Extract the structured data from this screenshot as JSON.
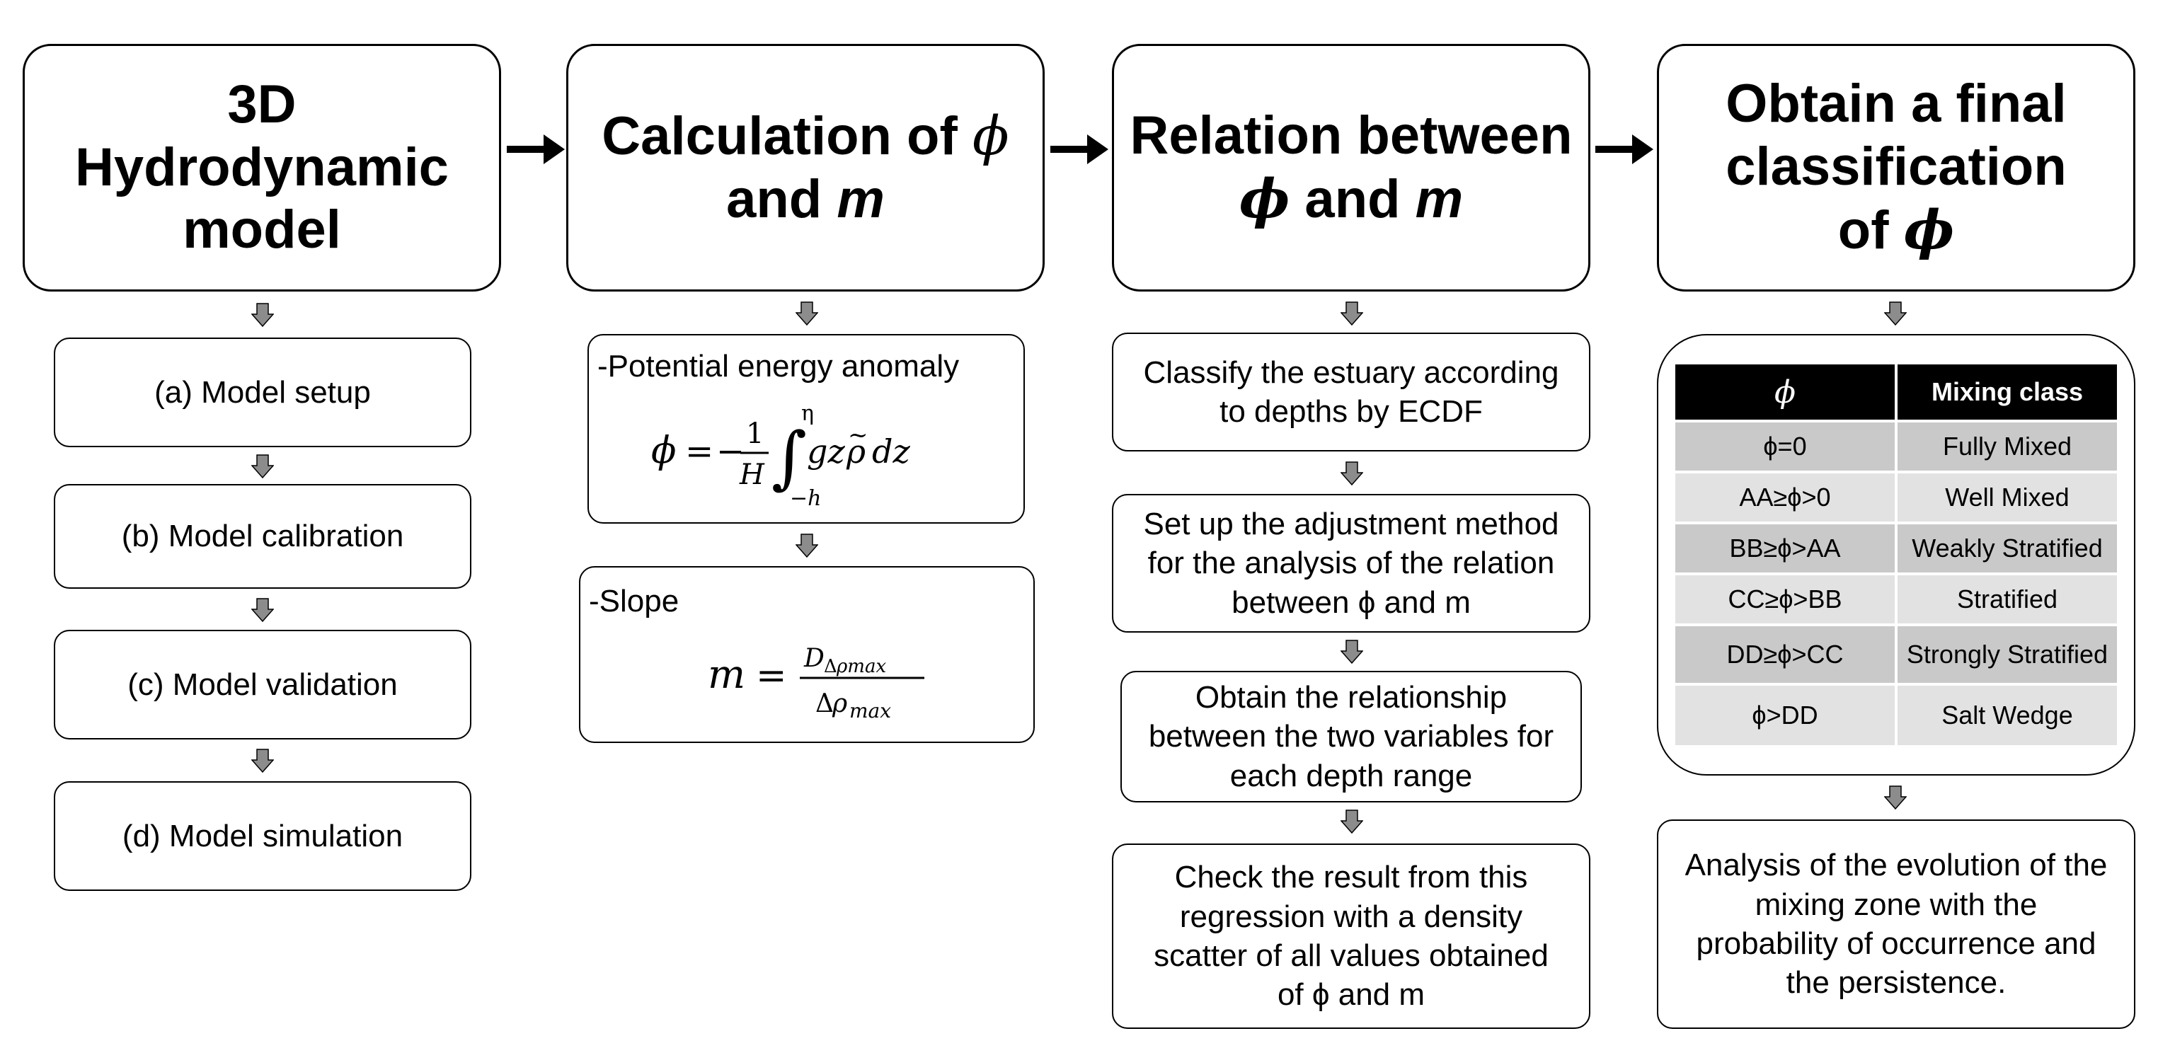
{
  "columns": [
    {
      "title_lines": [
        "3D",
        "Hydrodynamic",
        "model"
      ],
      "steps": [
        "(a) Model setup",
        "(b) Model calibration",
        "(c) Model validation",
        "(d) Model simulation"
      ]
    },
    {
      "title_line1": "Calculation of",
      "title_line2_and": "and",
      "title_m": "m",
      "potential_label": "-Potential energy anomaly",
      "slope_label": "-Slope"
    },
    {
      "title_line1": "Relation between",
      "title_and": "and",
      "title_m": "m",
      "steps": [
        [
          "Classify the estuary according",
          "to depths by ECDF"
        ],
        [
          "Set up the adjustment method",
          "for the analysis of the relation",
          "between ϕ and m"
        ],
        [
          "Obtain the relationship",
          "between the two variables for",
          "each depth range"
        ],
        [
          "Check the result from this",
          "regression with a density",
          "scatter of all values obtained",
          "of ϕ and m"
        ]
      ]
    },
    {
      "title_line1": "Obtain a final",
      "title_line2": "classification of",
      "table": {
        "headers": [
          "ϕ",
          "Mixing class"
        ],
        "rows": [
          [
            "ϕ=0",
            "Fully Mixed"
          ],
          [
            "AA≥ϕ>0",
            "Well Mixed"
          ],
          [
            "BB≥ϕ>AA",
            "Weakly Stratified"
          ],
          [
            "CC≥ϕ>BB",
            "Stratified"
          ],
          [
            "DD≥ϕ>CC",
            "Strongly Stratified"
          ],
          [
            "ϕ>DD",
            "Salt Wedge"
          ]
        ]
      },
      "final_lines": [
        "Analysis of the evolution of the",
        "mixing zone with the",
        "probability of occurrence and",
        "the persistence."
      ]
    }
  ],
  "symbols": {
    "phi": "ϕ",
    "m": "m"
  },
  "colors": {
    "arrow_fill": "#8c8c8c",
    "table_dark": "#c9c9c9",
    "table_light": "#e2e2e2",
    "header_bg": "#000000"
  }
}
